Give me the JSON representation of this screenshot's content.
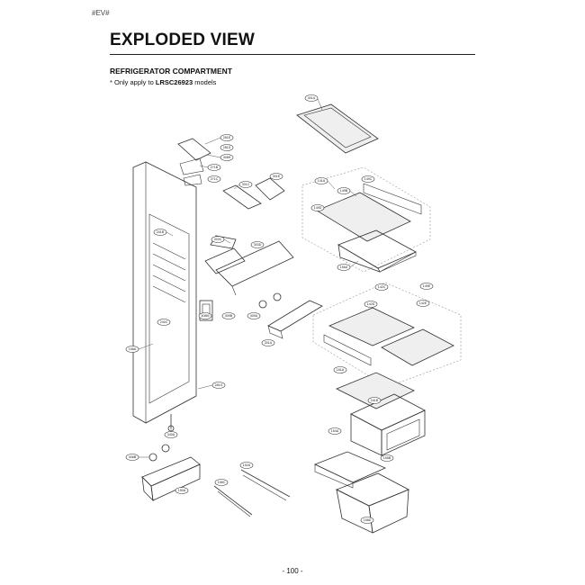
{
  "header_mark": "#EV#",
  "title": "EXPLODED VIEW",
  "section": "REFRIGERATOR COMPARTMENT",
  "note_prefix": "* Only apply to ",
  "note_model": "LRSC26923",
  "note_suffix": " models",
  "page_number": "- 100 -",
  "part_labels": [
    "401A",
    "281E",
    "281D",
    "408H",
    "271B",
    "271C",
    "301C",
    "301E",
    "141A",
    "149B",
    "149C",
    "149D",
    "156A",
    "201B",
    "303C",
    "303D",
    "409B",
    "409A",
    "301A",
    "240C",
    "142C",
    "142D",
    "142E",
    "149E",
    "161A",
    "161B",
    "154A",
    "158B",
    "281G",
    "408M",
    "158A",
    "340A",
    "408B",
    "150A",
    "152A",
    "158C",
    "158D"
  ]
}
